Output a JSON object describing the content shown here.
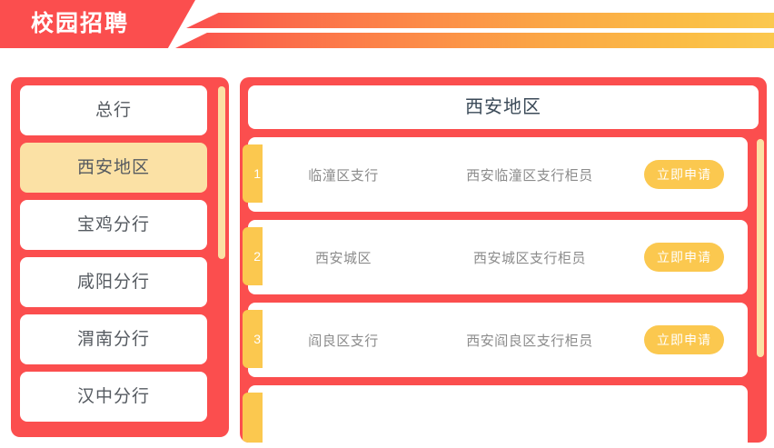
{
  "banner": {
    "title": "校园招聘",
    "accent_red": "#FB4E4E",
    "accent_yellow": "#FBC84F",
    "stripe_gradient_from": "#FB4E4E",
    "stripe_gradient_to": "#FBC84F"
  },
  "sidebar": {
    "items": [
      {
        "label": "总行",
        "active": false
      },
      {
        "label": "西安地区",
        "active": true
      },
      {
        "label": "宝鸡分行",
        "active": false
      },
      {
        "label": "咸阳分行",
        "active": false
      },
      {
        "label": "渭南分行",
        "active": false
      },
      {
        "label": "汉中分行",
        "active": false
      }
    ],
    "active_bg": "#FBE1A5",
    "scrollbar_color": "#FBE1A5"
  },
  "main": {
    "title": "西安地区",
    "rows": [
      {
        "num": "1",
        "branch": "临潼区支行",
        "position": "西安临潼区支行柜员",
        "apply_label": "立即申请"
      },
      {
        "num": "2",
        "branch": "西安城区",
        "position": "西安城区支行柜员",
        "apply_label": "立即申请"
      },
      {
        "num": "3",
        "branch": "阎良区支行",
        "position": "西安阎良区支行柜员",
        "apply_label": "立即申请"
      },
      {
        "num": "",
        "branch": "",
        "position": "",
        "apply_label": ""
      }
    ],
    "scrollbar_color": "#FBE1A5",
    "button_color": "#FBC84F",
    "row_text_color": "#8b8b8b"
  }
}
